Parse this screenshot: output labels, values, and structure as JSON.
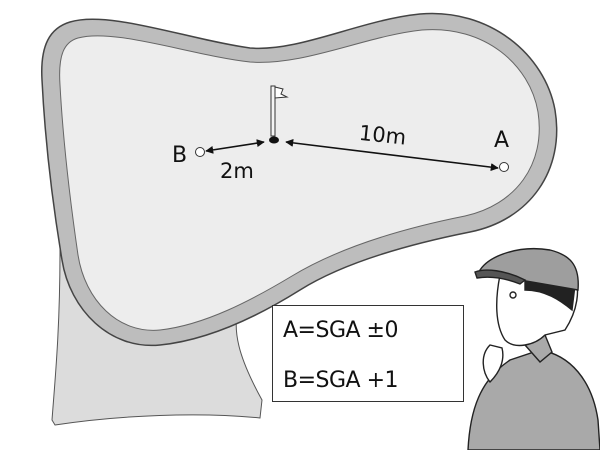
{
  "diagram": {
    "points": {
      "a_label": "A",
      "b_label": "B"
    },
    "distances": {
      "to_a": "10m",
      "to_b": "2m"
    },
    "legend": {
      "line_a": "A=SGA ±0",
      "line_b": "B=SGA +1"
    },
    "colors": {
      "fringe": "#bdbdbd",
      "green": "#ededed",
      "apron": "#d9d9d9",
      "shirt": "#a9a9a9",
      "cap": "#9e9e9e"
    }
  }
}
